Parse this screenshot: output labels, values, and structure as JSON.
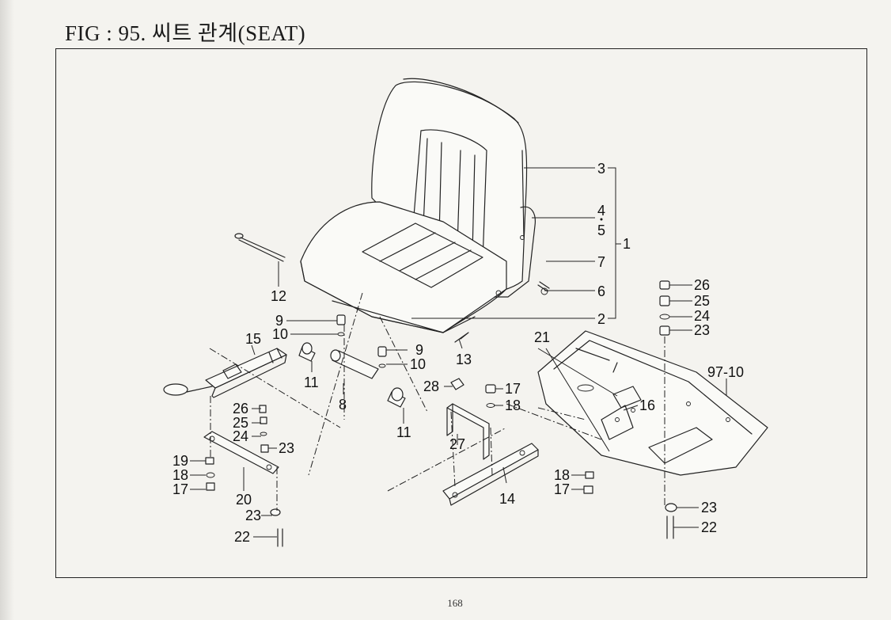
{
  "figure": {
    "title": "FIG : 95. 씨트 관계(SEAT)",
    "page_number": "168"
  },
  "callouts": {
    "c1": "1",
    "c2": "2",
    "c3": "3",
    "c4": "4",
    "c5": "5",
    "c6": "6",
    "c7": "7",
    "c8": "8",
    "c9a": "9",
    "c9b": "9",
    "c10a": "10",
    "c10b": "10",
    "c11a": "11",
    "c11b": "11",
    "c12": "12",
    "c13": "13",
    "c14": "14",
    "c15": "15",
    "c16": "16",
    "c17a": "17",
    "c17b": "17",
    "c17c": "17",
    "c18a": "18",
    "c18b": "18",
    "c18c": "18",
    "c19": "19",
    "c20": "20",
    "c21": "21",
    "c22a": "22",
    "c22b": "22",
    "c23a": "23",
    "c23b": "23",
    "c23c": "23",
    "c23d": "23",
    "c24a": "24",
    "c24b": "24",
    "c25a": "25",
    "c25b": "25",
    "c26a": "26",
    "c26b": "26",
    "c27": "27",
    "c28": "28",
    "c97": "97-10"
  }
}
